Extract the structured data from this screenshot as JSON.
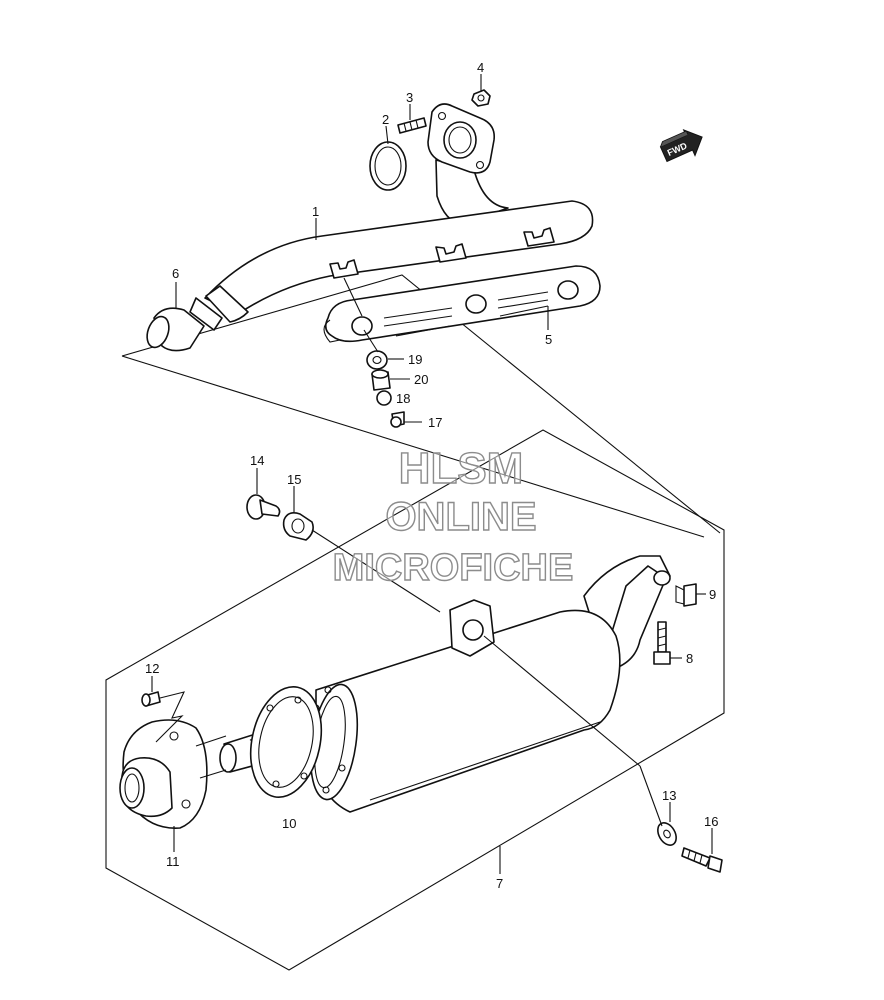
{
  "watermark": {
    "line1": "HLSM",
    "line2": "ONLINE",
    "line3": "MICROFICHE"
  },
  "fwd_arrow": {
    "label": "FWD"
  },
  "callouts": {
    "c1": "1",
    "c2": "2",
    "c3": "3",
    "c4": "4",
    "c5": "5",
    "c6": "6",
    "c7": "7",
    "c8": "8",
    "c9": "9",
    "c10": "10",
    "c11": "11",
    "c12": "12",
    "c13": "13",
    "c14": "14",
    "c15": "15",
    "c16": "16",
    "c17": "17",
    "c18": "18",
    "c19": "19",
    "c20": "20"
  },
  "colors": {
    "ink": "#111111",
    "watermark": "#9a9a9a"
  }
}
